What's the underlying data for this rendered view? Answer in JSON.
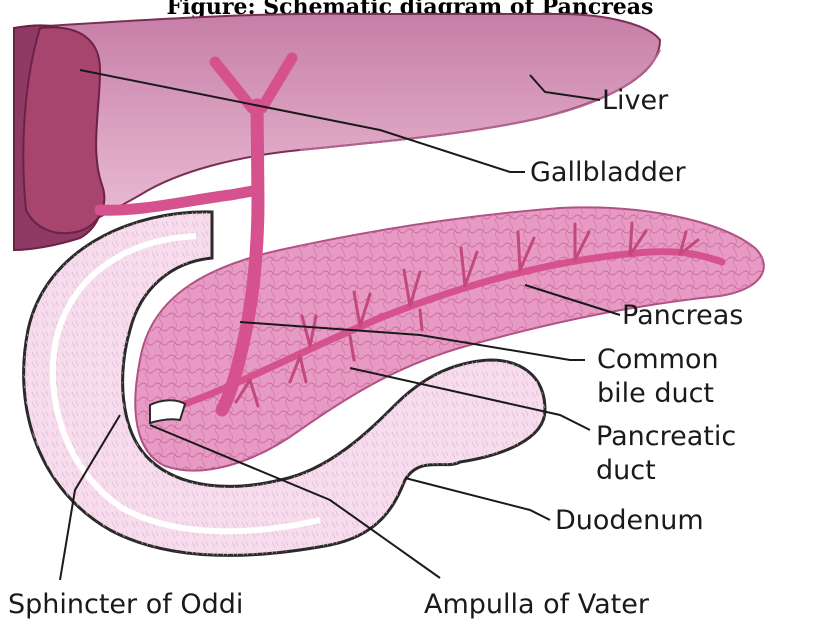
{
  "caption": "Figure: Schematic diagram of Pancreas",
  "labels": {
    "liver": "Liver",
    "gallbladder": "Gallbladder",
    "pancreas": "Pancreas",
    "common_bile_duct_1": "Common",
    "common_bile_duct_2": "bile duct",
    "pancreatic_duct_1": "Pancreatic",
    "pancreatic_duct_2": "duct",
    "duodenum": "Duodenum",
    "sphincter": "Sphincter of Oddi",
    "ampulla": "Ampulla of Vater"
  },
  "colors": {
    "liver": "#dca2c2",
    "liver_dark": "#8e3a64",
    "gallbladder": "#a8456f",
    "pancreas": "#e79ac3",
    "duct": "#d6528e",
    "duodenum": "#f7dced"
  }
}
